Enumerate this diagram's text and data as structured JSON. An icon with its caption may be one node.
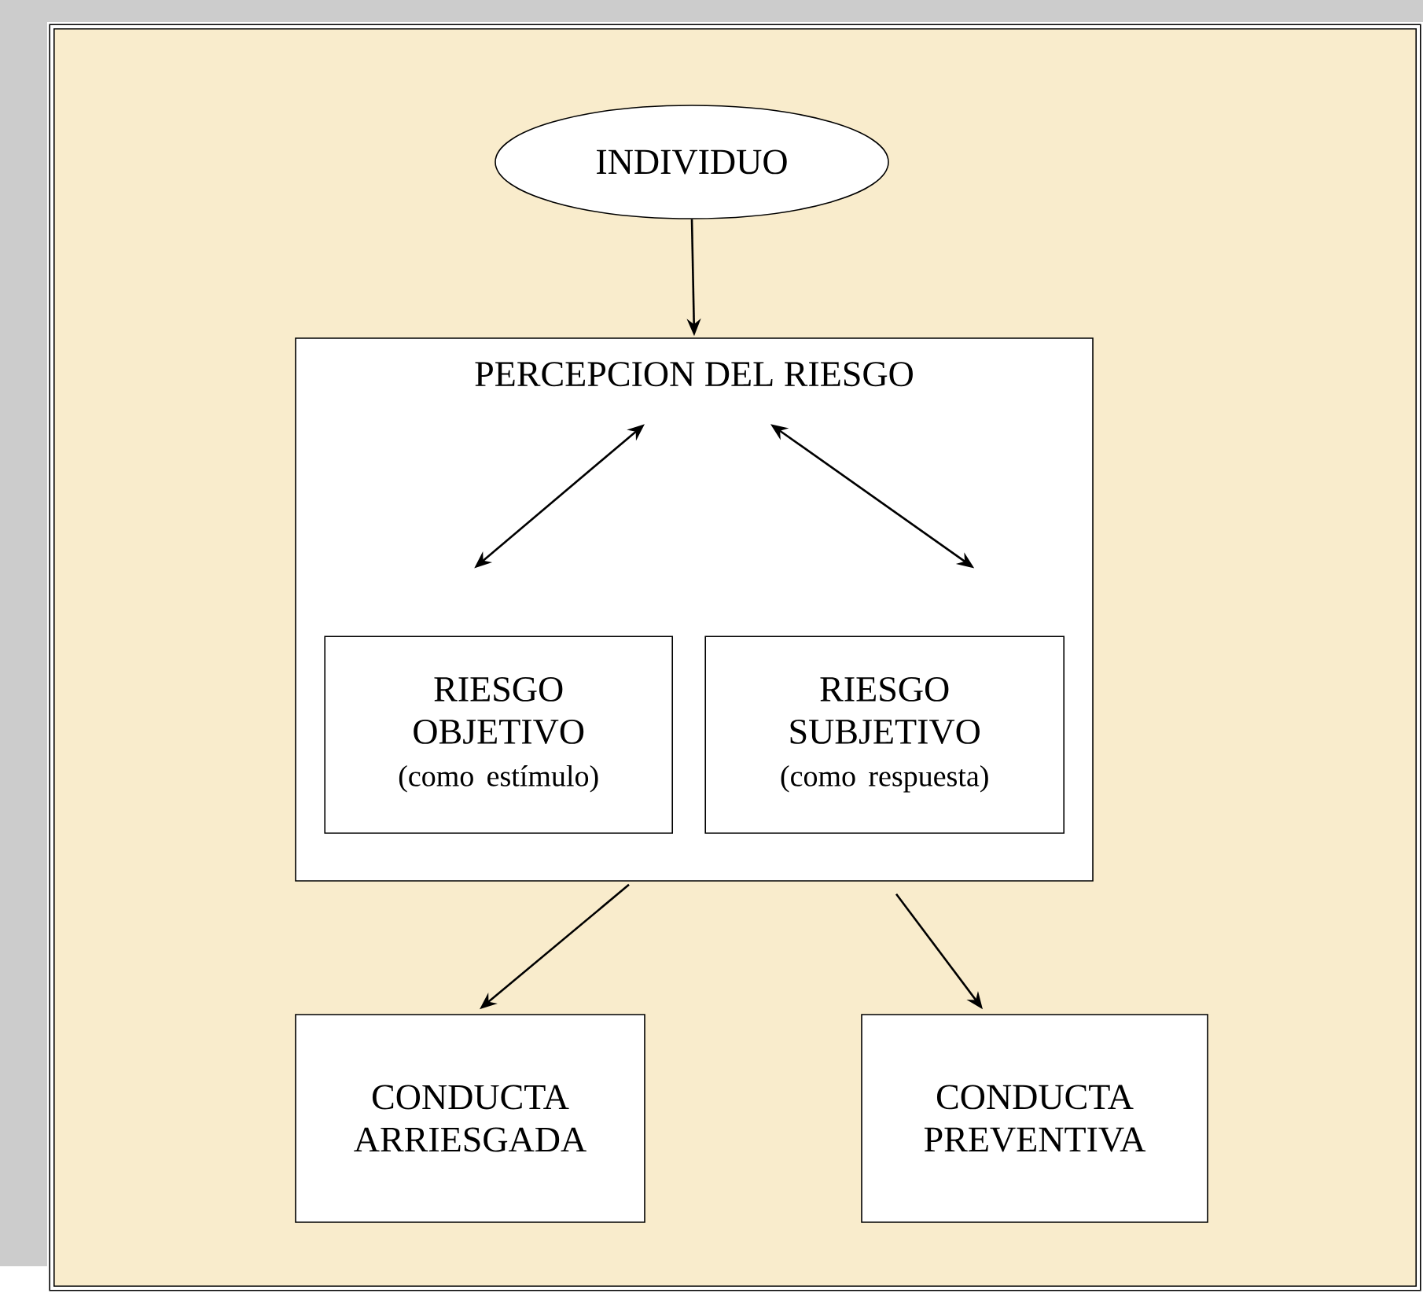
{
  "diagram": {
    "nodes": [
      {
        "text": [
          "INDIVIDUO"
        ]
      },
      {
        "text": [
          "PERCEPCION DEL RIESGO"
        ]
      },
      {
        "text": [
          "RIESGO OBJETIVO",
          "(como estímulo)"
        ],
        "in": 1
      },
      {
        "text": [
          "RIESGO SUBJETIVO",
          "(como respuesta)"
        ],
        "in": 1
      },
      {
        "text": [
          "CONDUCTA ARRIESGADA"
        ]
      },
      {
        "text": [
          "CONDUCTA PREVENTIVA"
        ]
      }
    ],
    "edges": [
      {
        "from": 0,
        "to": 1,
        "arrow": "to"
      },
      {
        "from": 1,
        "to": 2,
        "arrow": "both"
      },
      {
        "from": 1,
        "to": 3,
        "arrow": "both"
      },
      {
        "from": 1,
        "to": 4,
        "arrow": "to"
      },
      {
        "from": 1,
        "to": 5,
        "arrow": "to"
      }
    ]
  }
}
